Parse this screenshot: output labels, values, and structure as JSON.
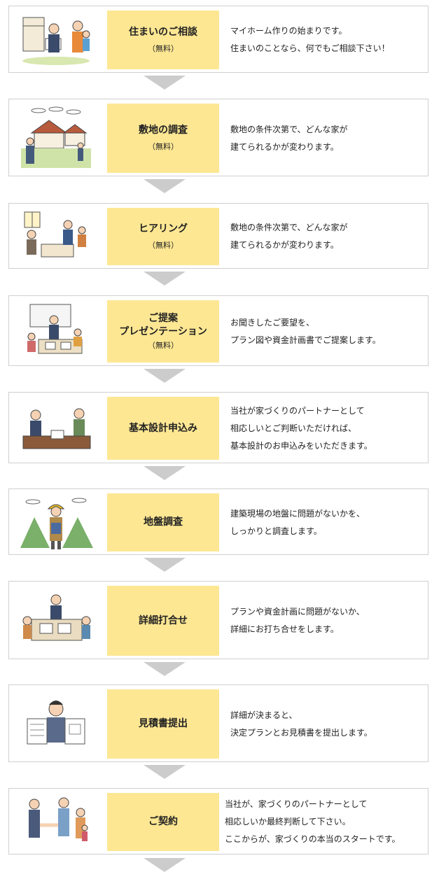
{
  "steps": [
    {
      "title": [
        "住まいのご相談"
      ],
      "note": "（無料）",
      "desc": [
        "マイホーム作りの始まりです。",
        "住まいのことなら、何でもご相談下さい！"
      ]
    },
    {
      "title": [
        "敷地の調査"
      ],
      "note": "（無料）",
      "desc": [
        "敷地の条件次第で、どんな家が",
        "建てられるかが変わります。"
      ]
    },
    {
      "title": [
        "ヒアリング"
      ],
      "note": "（無料）",
      "desc": [
        "敷地の条件次第で、どんな家が",
        "建てられるかが変わります。"
      ]
    },
    {
      "title": [
        "ご提案",
        "プレゼンテーション"
      ],
      "note": "（無料）",
      "desc": [
        "お聞きしたご要望を、",
        "プラン図や資金計画書でご提案します。"
      ]
    },
    {
      "title": [
        "基本設計申込み"
      ],
      "note": "",
      "desc": [
        "当社が家づくりのパートナーとして",
        "相応しいとご判断いただければ、",
        "基本設計のお申込みをいただきます。"
      ]
    },
    {
      "title": [
        "地盤調査"
      ],
      "note": "",
      "desc": [
        "建築現場の地盤に問題がないかを、",
        "しっかりと調査します。"
      ]
    },
    {
      "title": [
        "詳細打合せ"
      ],
      "note": "",
      "desc": [
        "プランや資金計画に問題がないか、",
        "詳細にお打ち合せをします。"
      ]
    },
    {
      "title": [
        "見積書提出"
      ],
      "note": "",
      "desc": [
        "詳細が決まると、",
        "決定プランとお見積書を提出します。"
      ]
    },
    {
      "title": [
        "ご契約"
      ],
      "note": "",
      "desc": [
        "当社が、家づくりのパートナーとして",
        "相応しいか最終判断して下さい。",
        "ここからが、家づくりの本当のスタートです。"
      ]
    }
  ],
  "illustrations": [
    "consultation-illustration",
    "site-survey-illustration",
    "hearing-illustration",
    "presentation-illustration",
    "application-illustration",
    "ground-survey-illustration",
    "meeting-illustration",
    "estimate-illustration",
    "contract-illustration"
  ],
  "colors": {
    "title_bg": "#fde793",
    "border": "#cfcfcf",
    "arrow": "#cccccc"
  }
}
